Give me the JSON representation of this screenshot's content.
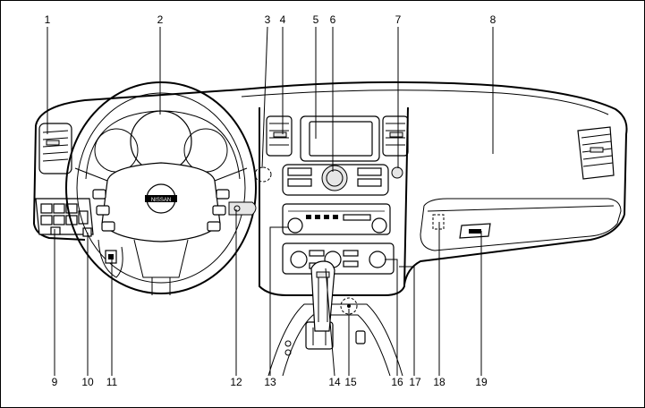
{
  "callouts": [
    "1",
    "2",
    "3",
    "4",
    "5",
    "6",
    "7",
    "8",
    "9",
    "10",
    "11",
    "12",
    "13",
    "14",
    "15",
    "16",
    "17",
    "18",
    "19"
  ],
  "colors": {
    "line": "#000000",
    "background": "#ffffff",
    "shade": "#e6e6e6"
  },
  "icons": [
    "nissan-logo-icon"
  ]
}
